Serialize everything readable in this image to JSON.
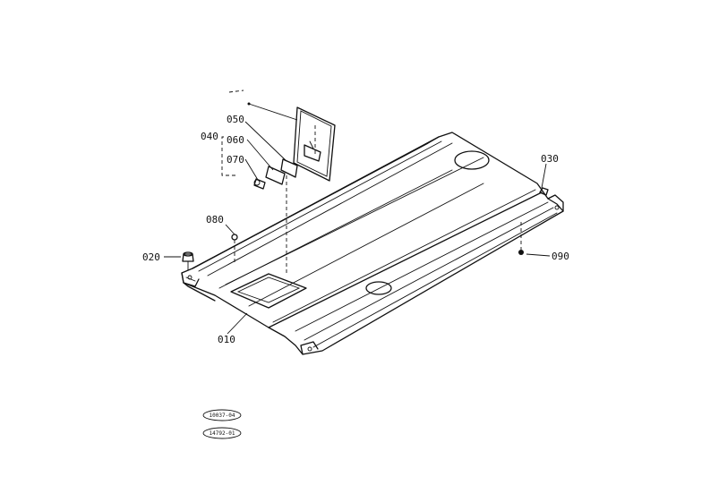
{
  "callouts": {
    "c010": "010",
    "c020": "020",
    "c030": "030",
    "c040": "040",
    "c050": "050",
    "c060": "060",
    "c070": "070",
    "c080": "080",
    "c090": "090"
  },
  "reference_codes": [
    "10037-04",
    "14792-01"
  ],
  "colors": {
    "ink": "#111111",
    "paper": "#ffffff"
  }
}
